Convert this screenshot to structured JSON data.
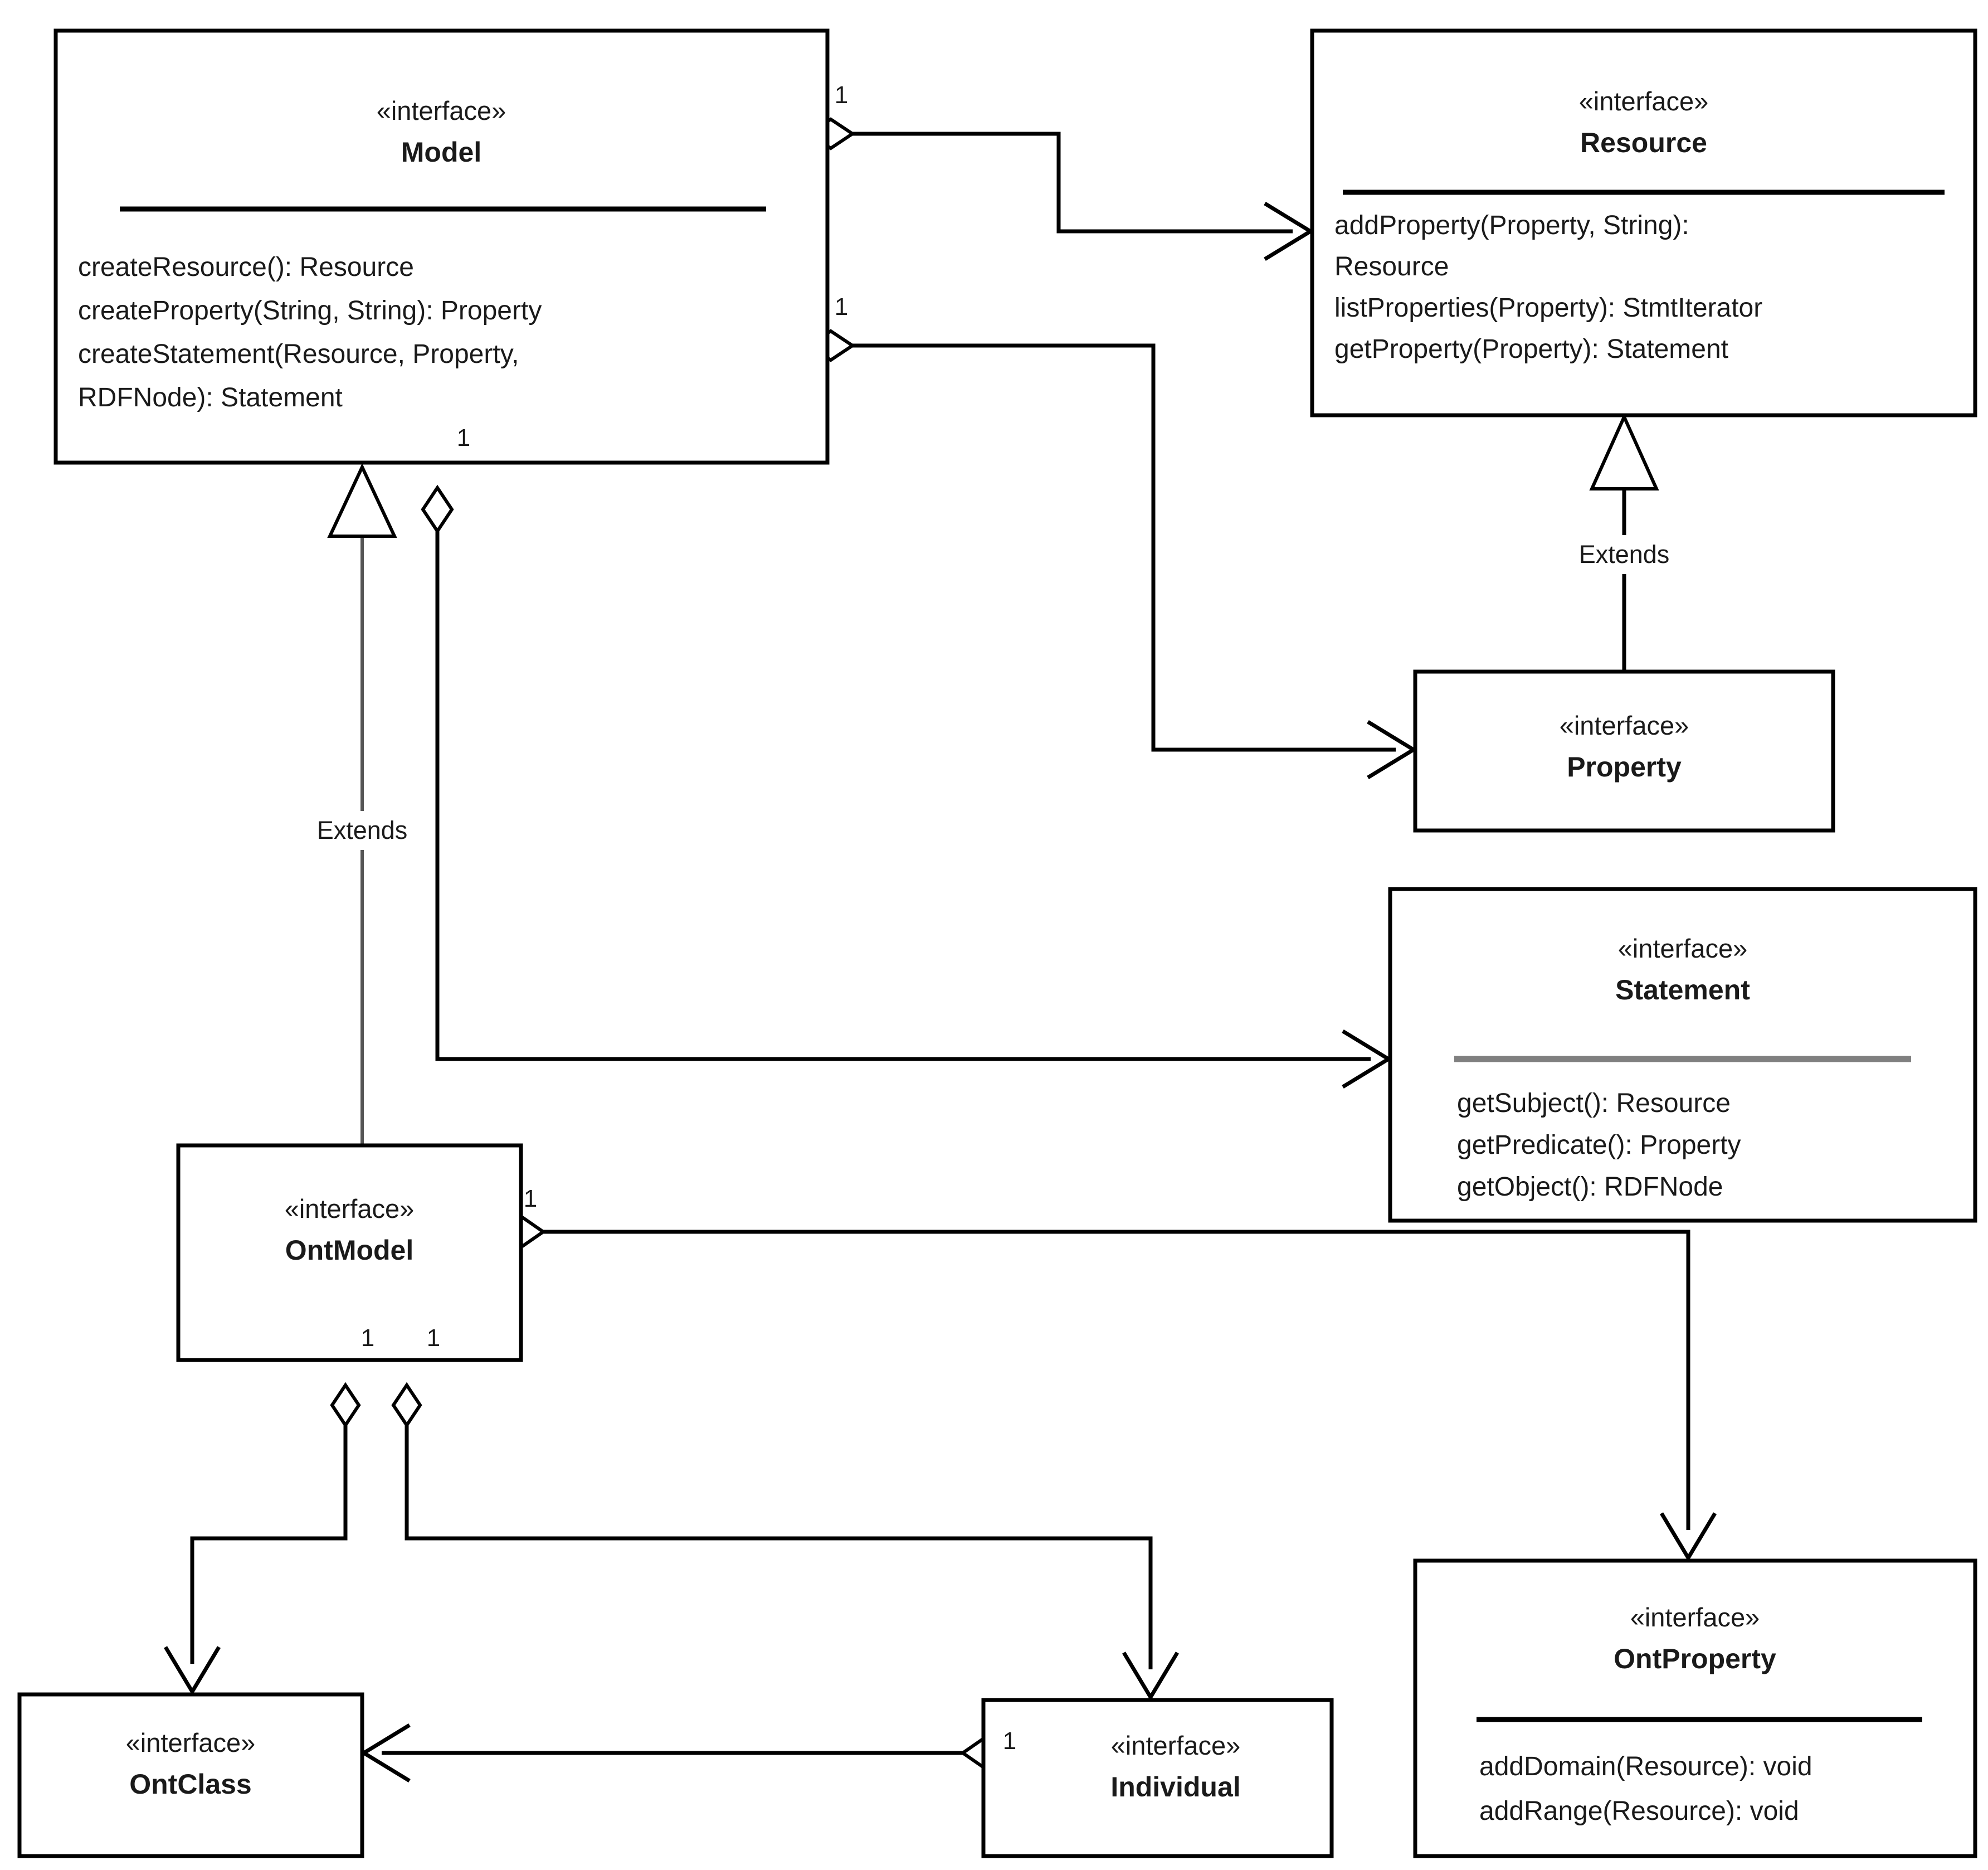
{
  "diagram": {
    "kind": "uml-class-diagram",
    "stereotype": "«interface»",
    "colors": {
      "stroke": "#000000",
      "fill": "#ffffff",
      "statement_divider": "#808080",
      "extends_line_left": "#555555"
    },
    "classes": {
      "model": {
        "stereotype": "«interface»",
        "name": "Model",
        "members": [
          "createResource(): Resource",
          "createProperty(String, String): Property",
          "createStatement(Resource, Property,",
          "RDFNode): Statement"
        ]
      },
      "resource": {
        "stereotype": "«interface»",
        "name": "Resource",
        "members": [
          "addProperty(Property, String):",
          "Resource",
          "listProperties(Property): StmtIterator",
          "getProperty(Property): Statement"
        ]
      },
      "property": {
        "stereotype": "«interface»",
        "name": "Property",
        "members": []
      },
      "statement": {
        "stereotype": "«interface»",
        "name": "Statement",
        "members": [
          "getSubject(): Resource",
          "getPredicate(): Property",
          "getObject(): RDFNode"
        ]
      },
      "ontmodel": {
        "stereotype": "«interface»",
        "name": "OntModel",
        "members": []
      },
      "ontclass": {
        "stereotype": "«interface»",
        "name": "OntClass",
        "members": []
      },
      "individual": {
        "stereotype": "«interface»",
        "name": "Individual",
        "members": []
      },
      "ontproperty": {
        "stereotype": "«interface»",
        "name": "OntProperty",
        "members": [
          "addDomain(Resource): void",
          "addRange(Resource): void"
        ]
      }
    },
    "multiplicities": {
      "model_resource": "1",
      "model_property": "1",
      "model_statement_bottom": "1",
      "ontmodel_right": "1",
      "ontmodel_bottom_left": "1",
      "ontmodel_bottom_right": "1",
      "individual_left": "1"
    },
    "edge_labels": {
      "model_extends": "Extends",
      "resource_extends": "Extends"
    }
  }
}
